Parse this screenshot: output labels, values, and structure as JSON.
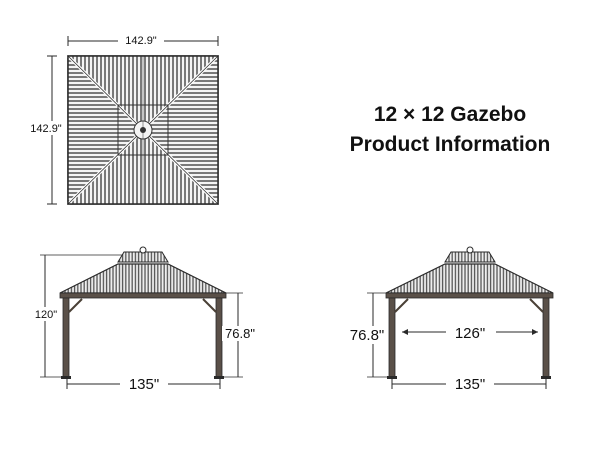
{
  "title": {
    "line1": "12 × 12 Gazebo",
    "line2": "Product Information"
  },
  "top_view": {
    "width_label": "142.9\"",
    "depth_label": "142.9\""
  },
  "front_view": {
    "total_height_label": "120\"",
    "eave_height_label": "76.8\"",
    "base_width_label": "135\""
  },
  "side_view": {
    "eave_height_label": "76.8\"",
    "inner_width_label": "126\"",
    "base_width_label": "135\""
  },
  "colors": {
    "line": "#2a2a2a",
    "roof_stripe": "#555555",
    "post": "#4a4036",
    "text": "#111111"
  }
}
